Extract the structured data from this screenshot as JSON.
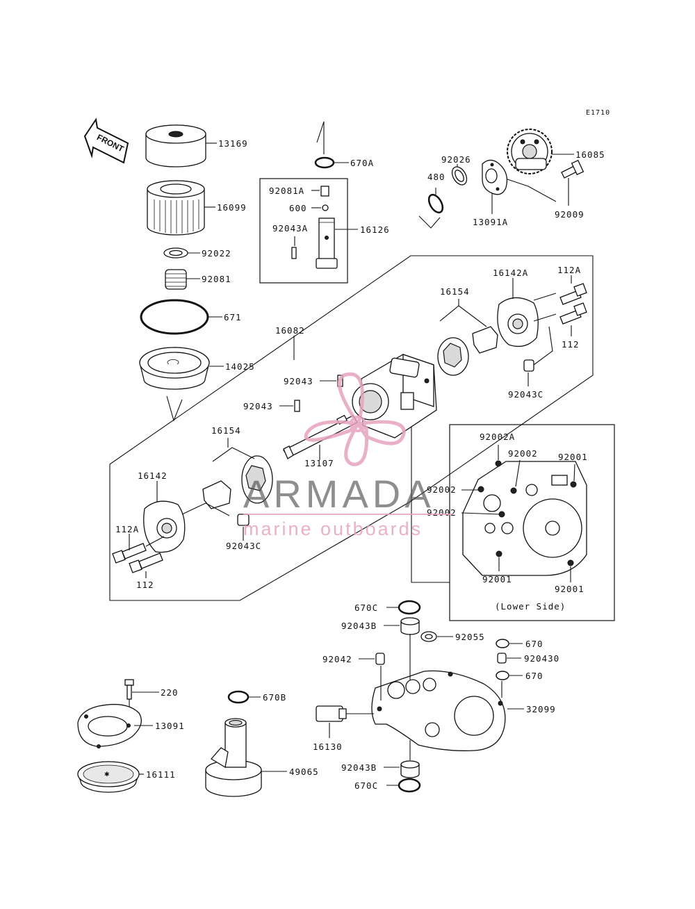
{
  "diagram_code": "E1710",
  "front_label": "FRONT",
  "lower_side_label": "(Lower Side)",
  "watermark": {
    "title": "ARMADA",
    "subtitle": "marine outboards",
    "color": "#e6a3bf",
    "text_color": "#4d4d4d"
  },
  "labels": {
    "p13169": "13169",
    "p16099": "16099",
    "p92022": "92022",
    "p92081": "92081",
    "p671": "671",
    "p14025": "14025",
    "p670A": "670A",
    "p92081A": "92081A",
    "p600": "600",
    "p92043A": "92043A",
    "p16126": "16126",
    "p480": "480",
    "p92026": "92026",
    "p13091A": "13091A",
    "p16085": "16085",
    "p92009": "92009",
    "p16142A": "16142A",
    "p112A_top": "112A",
    "p16154_top": "16154",
    "p112_top": "112",
    "p16082": "16082",
    "p92043_a": "92043",
    "p92043_b": "92043",
    "p92043C_top": "92043C",
    "p13107": "13107",
    "p16154_left": "16154",
    "p16142": "16142",
    "p112A_left": "112A",
    "p112_left": "112",
    "p92043C_left": "92043C",
    "p92002A": "92002A",
    "p92002_top": "92002",
    "p92001_tr": "92001",
    "p92002_l1": "92002",
    "p92002_l2": "92002",
    "p92001_bl": "92001",
    "p92001_br": "92001",
    "p670C_top": "670C",
    "p92043B_top": "92043B",
    "p92055": "92055",
    "p670_a": "670",
    "p920430": "920430",
    "p670_b": "670",
    "p92042": "92042",
    "p32099": "32099",
    "p16130": "16130",
    "p92043B_bot": "92043B",
    "p670C_bot": "670C",
    "p220": "220",
    "p13091": "13091",
    "p16111": "16111",
    "p670B": "670B",
    "p49065": "49065"
  }
}
